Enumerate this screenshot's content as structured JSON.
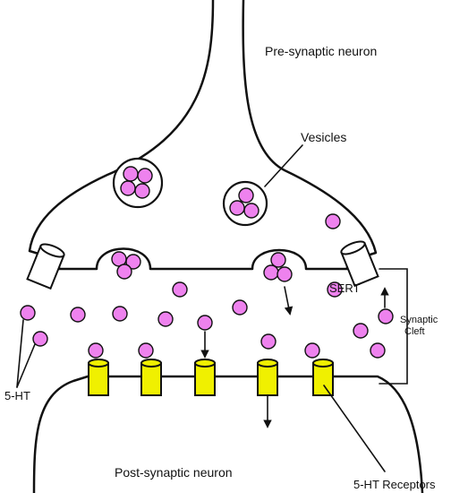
{
  "labels": {
    "pre_neuron": "Pre-synaptic neuron",
    "vesicles": "Vesicles",
    "sert": "SERT",
    "synaptic_cleft": [
      "Synaptic",
      "Cleft"
    ],
    "five_ht": "5-HT",
    "receptors": "5-HT Receptors",
    "post_neuron": "Post-synaptic neuron"
  },
  "colors": {
    "serotonin": "#ee82ee",
    "receptor": "#f0f000",
    "transporter": "#ffffff",
    "outline": "#111111"
  }
}
